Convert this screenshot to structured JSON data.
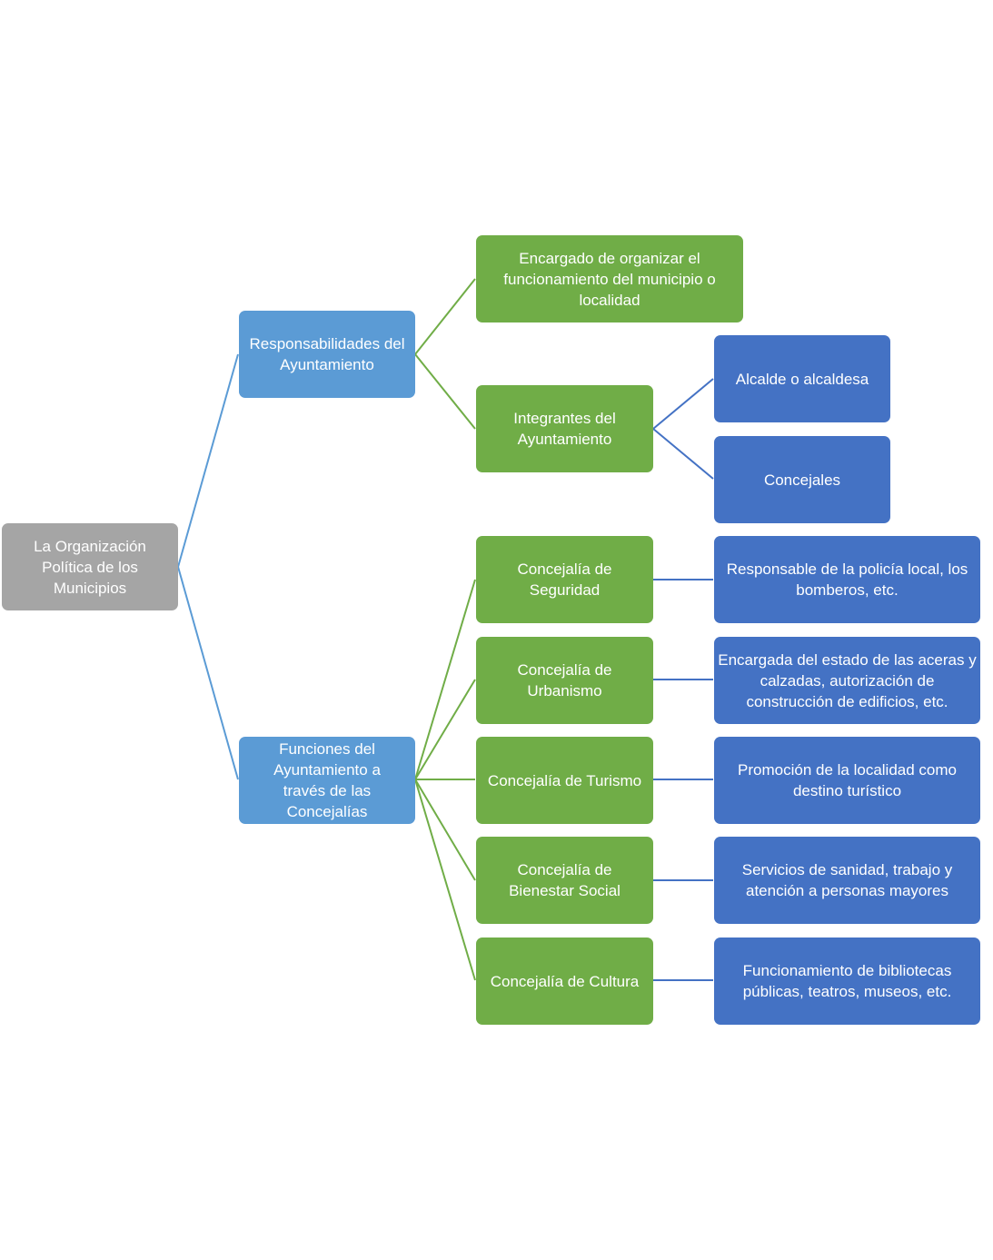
{
  "diagram": {
    "root": {
      "label": "La Organización Política de los Municipios"
    },
    "branches": [
      {
        "label": "Responsabilidades del Ayuntamiento",
        "children": [
          {
            "label": "Encargado de organizar el funcionamiento del municipio o localidad",
            "children": []
          },
          {
            "label": "Integrantes del Ayuntamiento",
            "children": [
              {
                "label": "Alcalde o alcaldesa"
              },
              {
                "label": "Concejales"
              }
            ]
          }
        ]
      },
      {
        "label": "Funciones del Ayuntamiento a través de las Concejalías",
        "children": [
          {
            "label": "Concejalía de Seguridad",
            "children": [
              {
                "label": "Responsable de la policía local, los bomberos, etc."
              }
            ]
          },
          {
            "label": "Concejalía de Urbanismo",
            "children": [
              {
                "label": "Encargada del estado de las aceras y calzadas, autorización de construcción de edificios, etc."
              }
            ]
          },
          {
            "label": "Concejalía de Turismo",
            "children": [
              {
                "label": "Promoción de la localidad como destino turístico"
              }
            ]
          },
          {
            "label": "Concejalía de Bienestar Social",
            "children": [
              {
                "label": "Servicios de sanidad, trabajo y atención a personas mayores"
              }
            ]
          },
          {
            "label": "Concejalía de Cultura",
            "children": [
              {
                "label": "Funcionamiento de bibliotecas públicas, teatros, museos, etc."
              }
            ]
          }
        ]
      }
    ]
  },
  "colors": {
    "root_fill": "#a5a5a5",
    "level1_fill": "#5b9bd5",
    "level2_fill": "#70ad47",
    "level3_fill": "#4472c4",
    "level1_connector": "#5b9bd5",
    "level2_connector": "#70ad47",
    "level3_connector": "#4472c4"
  }
}
